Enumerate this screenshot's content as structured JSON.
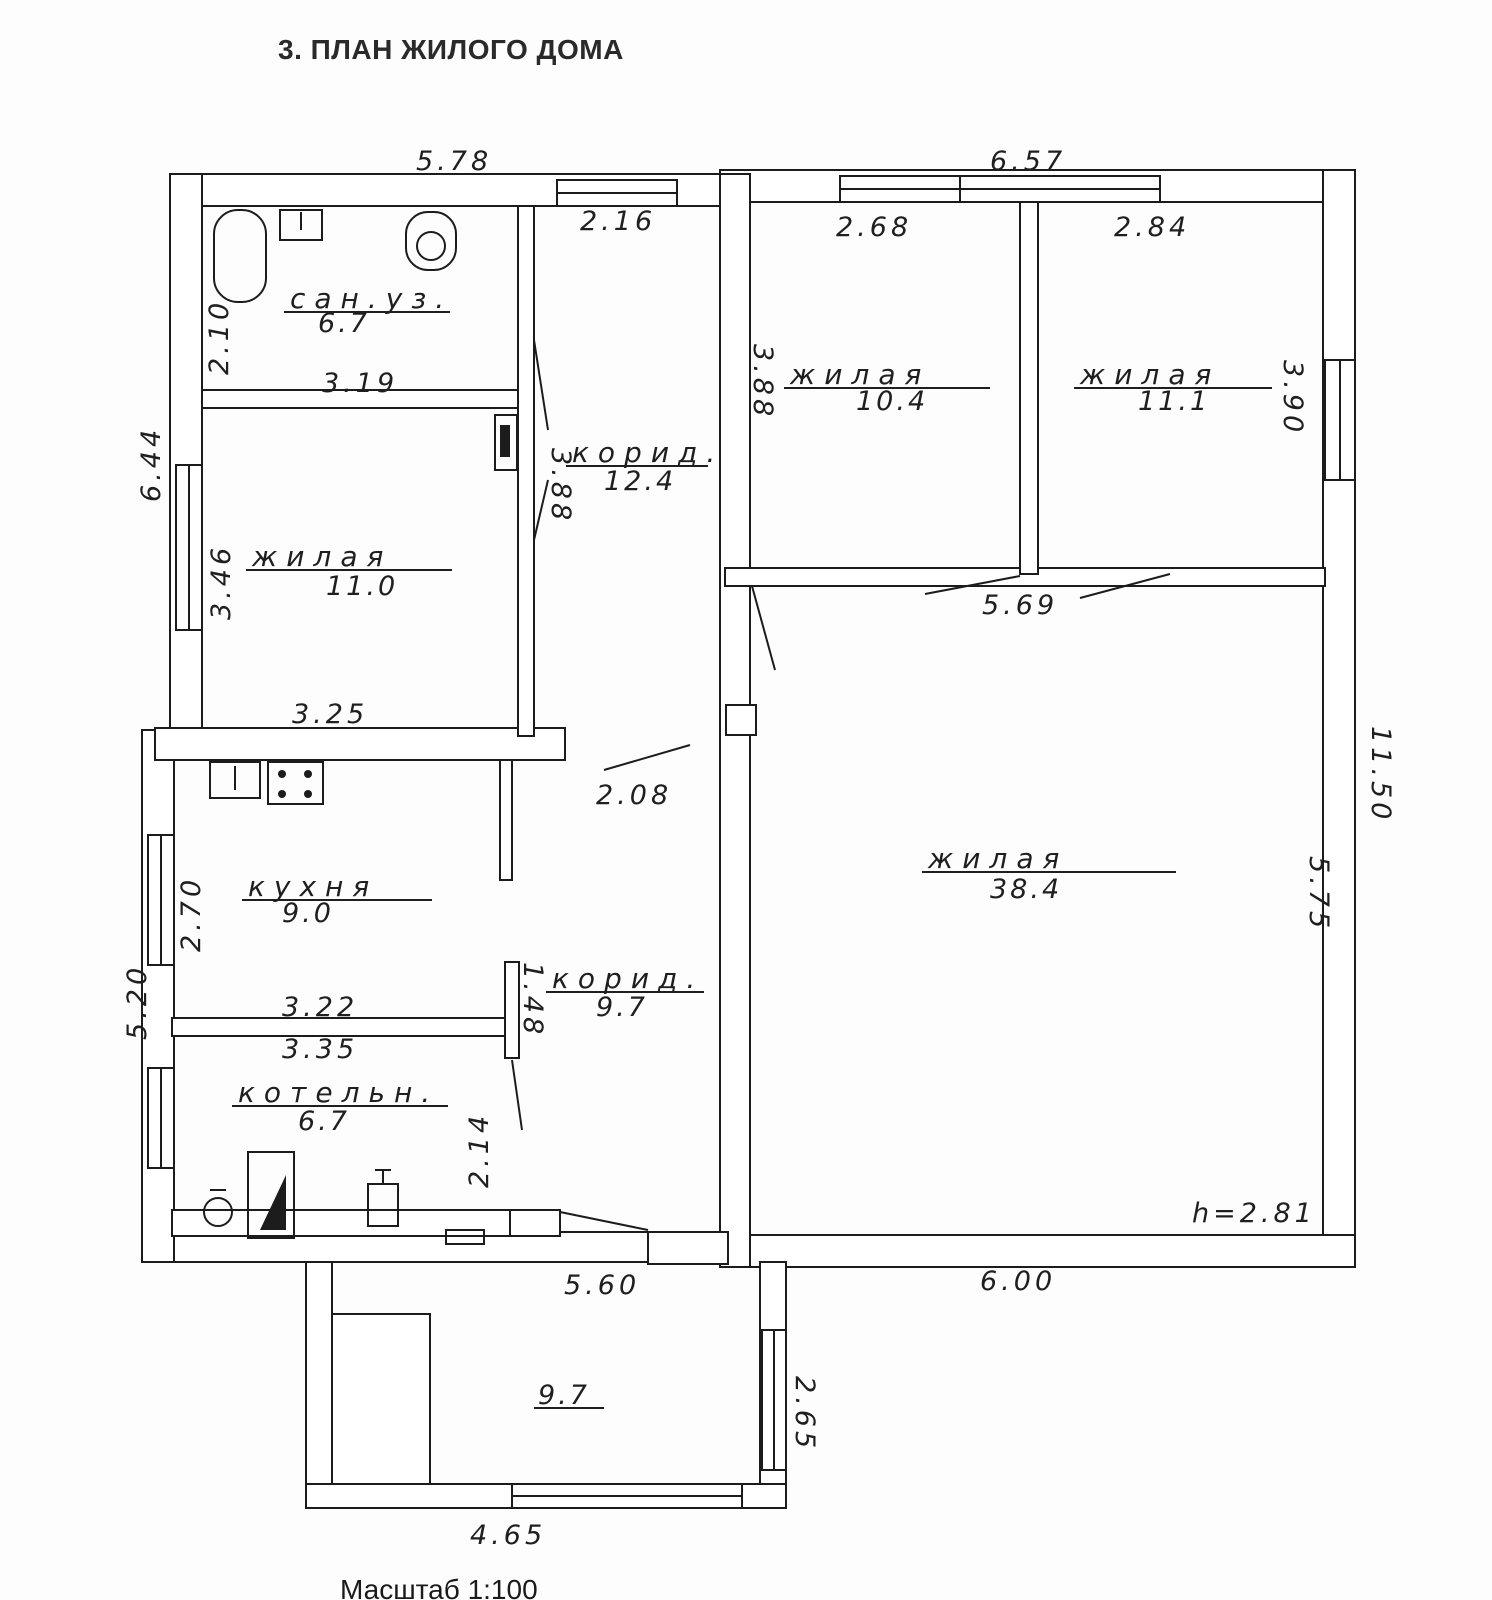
{
  "title": "3. ПЛАН ЖИЛОГО ДОМА",
  "scale": "Масштаб 1:100",
  "rooms": {
    "bathroom": {
      "name": "сан.уз.",
      "area": "6.7"
    },
    "living_1": {
      "name": "жилая",
      "area": "11.0"
    },
    "corridor_1": {
      "name": "корид.",
      "area": "12.4"
    },
    "living_2": {
      "name": "жилая",
      "area": "10.4"
    },
    "living_3": {
      "name": "жилая",
      "area": "11.1"
    },
    "kitchen": {
      "name": "кухня",
      "area": "9.0"
    },
    "corridor_2": {
      "name": "корид.",
      "area": "9.7"
    },
    "boiler": {
      "name": "котельн.",
      "area": "6.7"
    },
    "living_4": {
      "name": "жилая",
      "area": "38.4"
    },
    "veranda": {
      "area": "9.7"
    }
  },
  "dimensions": {
    "top_left": "5.78",
    "top_right": "6.57",
    "corridor_top": "2.16",
    "living2_top": "2.68",
    "living3_top": "2.84",
    "bath_side": "2.10",
    "bath_width": "3.19",
    "corridor_side": "3.88",
    "living2_side": "3.88",
    "living3_side": "3.90",
    "left_outer_upper": "6.44",
    "living1_side": "3.46",
    "living1_bottom": "3.25",
    "hall_bottom": "5.69",
    "hall_width": "2.08",
    "right_outer": "11.50",
    "living4_side": "5.75",
    "kitchen_side": "2.70",
    "left_outer_lower": "5.20",
    "kitchen_bottom": "3.22",
    "boiler_top": "3.35",
    "corridor2_side": "1.48",
    "boiler_side": "2.14",
    "bottom_left": "5.60",
    "bottom_right": "6.00",
    "ceiling_height": "h=2.81",
    "veranda_side": "2.65",
    "veranda_bottom": "4.65"
  }
}
